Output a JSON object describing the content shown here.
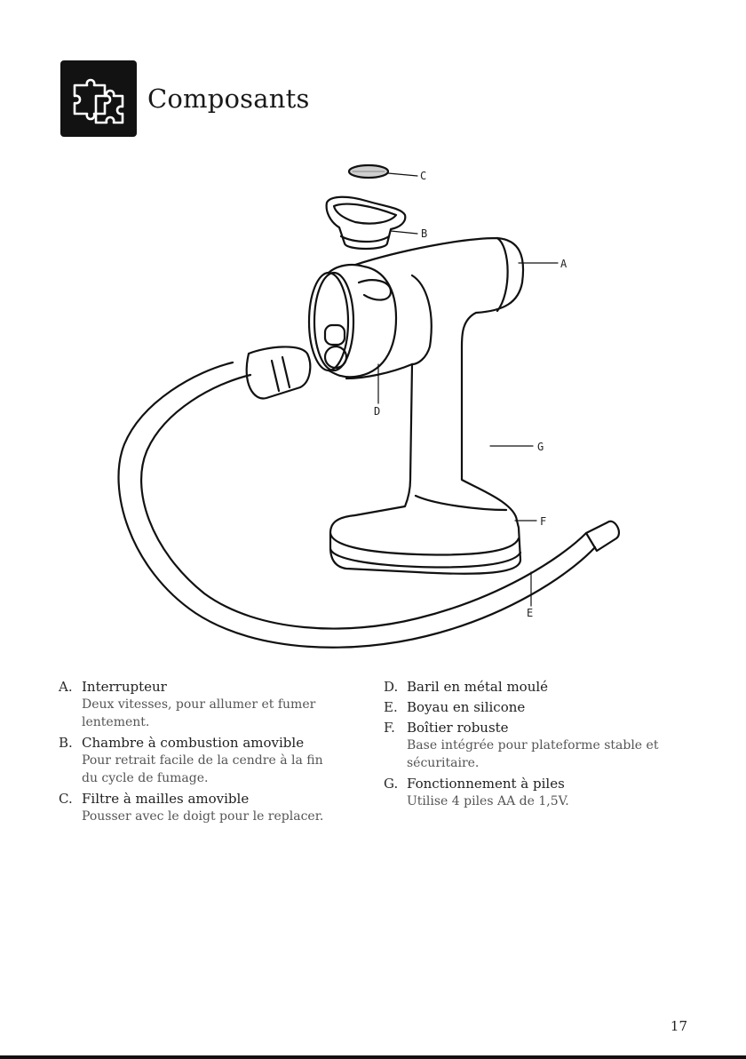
{
  "page": {
    "title": "Composants",
    "page_number": "17"
  },
  "callouts": [
    "A",
    "B",
    "C",
    "D",
    "E",
    "F",
    "G"
  ],
  "components_left": [
    {
      "letter": "A.",
      "name": "Interrupteur",
      "desc": "Deux vitesses, pour allumer et fumer lentement."
    },
    {
      "letter": "B.",
      "name": "Chambre à combustion amovible",
      "desc": "Pour retrait facile de la cendre à la fin du cycle de fumage."
    },
    {
      "letter": "C.",
      "name": "Filtre à mailles amovible",
      "desc": "Pousser avec le doigt pour le replacer."
    }
  ],
  "components_right": [
    {
      "letter": "D.",
      "name": "Baril en métal moulé",
      "desc": ""
    },
    {
      "letter": "E.",
      "name": "Boyau en silicone",
      "desc": ""
    },
    {
      "letter": "F.",
      "name": "Boîtier robuste",
      "desc": "Base intégrée pour plateforme stable et sécuritaire."
    },
    {
      "letter": "G.",
      "name": "Fonctionnement à piles",
      "desc": "Utilise 4 piles AA de 1,5V."
    }
  ]
}
